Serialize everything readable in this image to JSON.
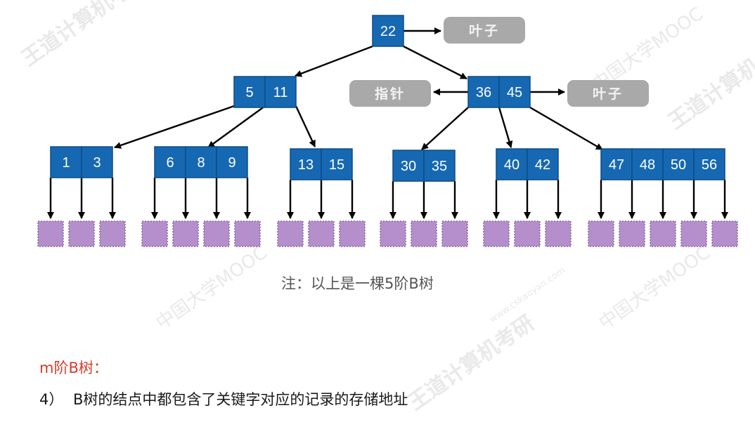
{
  "tree": {
    "root": {
      "keys": [
        "22"
      ],
      "tag_right": "叶子"
    },
    "level1": [
      {
        "keys": [
          "5",
          "11"
        ]
      },
      {
        "keys": [
          "36",
          "45"
        ],
        "tag_left": "指针",
        "tag_right": "叶子"
      }
    ],
    "level2": [
      {
        "keys": [
          "1",
          "3"
        ]
      },
      {
        "keys": [
          "6",
          "8",
          "9"
        ]
      },
      {
        "keys": [
          "13",
          "15"
        ]
      },
      {
        "keys": [
          "30",
          "35"
        ]
      },
      {
        "keys": [
          "40",
          "42"
        ]
      },
      {
        "keys": [
          "47",
          "48",
          "50",
          "56"
        ]
      }
    ],
    "colors": {
      "node_fill": "#1668b2",
      "node_stroke": "#0d4c86",
      "tag_fill": "#a9a9a9",
      "leaf_fill": "#b48fcc",
      "leaf_stroke": "#8a6aa2",
      "arrow": "#000000"
    }
  },
  "note": "注：以上是一棵5阶B树",
  "heading": "m阶B树：",
  "item": {
    "number": "4）",
    "text": "B树的结点中都包含了关键字对应的记录的存储地址"
  },
  "watermarks": {
    "brand": "王道计算机考研",
    "mooc": "中国大学MOOC",
    "site": "www.cskaoyan.com"
  }
}
